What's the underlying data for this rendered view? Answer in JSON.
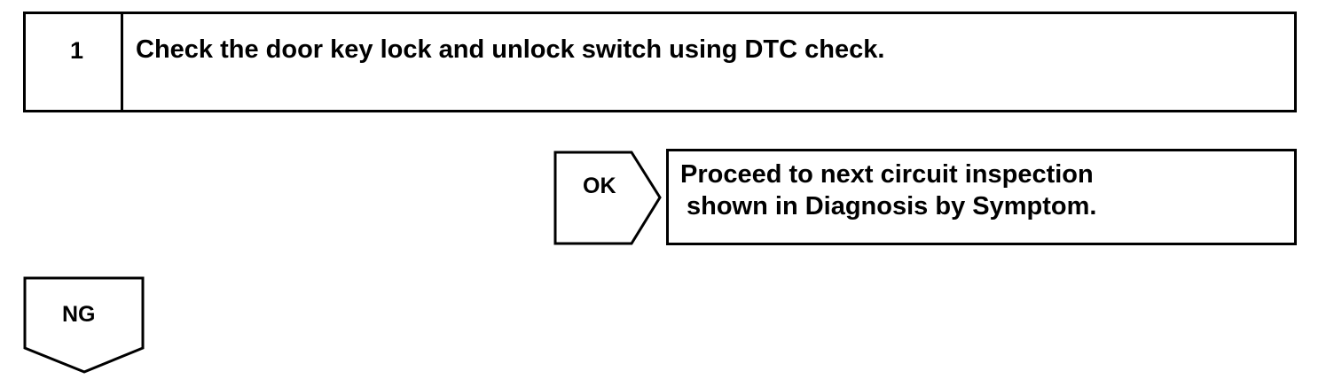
{
  "step": {
    "number": "1",
    "instruction": "Check the door key lock and unlock switch using DTC check."
  },
  "ok_branch": {
    "label": "OK",
    "result_line_1": "Proceed to next circuit inspection",
    "result_line_2": "shown in Diagnosis by Symptom."
  },
  "ng_branch": {
    "label": "NG"
  }
}
